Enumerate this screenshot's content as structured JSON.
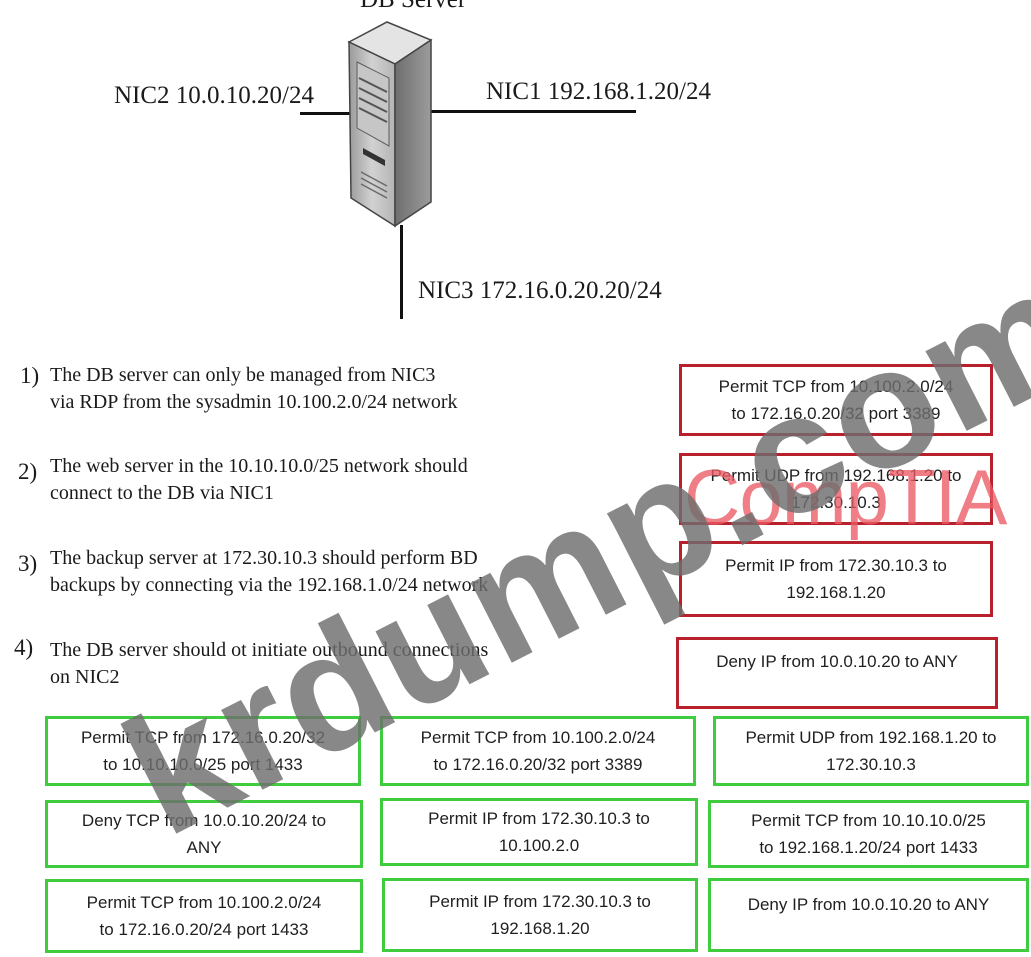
{
  "diagram": {
    "title": "DB Server",
    "nic1": "NIC1 192.168.1.20/24",
    "nic2": "NIC2 10.0.10.20/24",
    "nic3": "NIC3 172.16.0.20.20/24"
  },
  "requirements": [
    {
      "num": "1)",
      "line1": "The DB server can only be managed from NIC3",
      "line2": "via RDP from the sysadmin 10.100.2.0/24 network"
    },
    {
      "num": "2)",
      "line1": "The web server in the 10.10.10.0/25 network should",
      "line2": "connect to the DB via NIC1"
    },
    {
      "num": "3)",
      "line1": "The backup server at 172.30.10.3 should perform BD",
      "line2": "backups by connecting via the 192.168.1.0/24 network"
    },
    {
      "num": "4)",
      "line1": "The DB server should ot initiate outbound connections",
      "line2": "on NIC2"
    }
  ],
  "answers": [
    {
      "line1": "Permit TCP from 10.100.2.0/24",
      "line2": "to 172.16.0.20/32 port 3389"
    },
    {
      "line1": "Permit UDP from 192.168.1.20 to",
      "line2": "172.30.10.3"
    },
    {
      "line1": "Permit IP from 172.30.10.3 to",
      "line2": "192.168.1.20"
    },
    {
      "line1": "Deny IP from 10.0.10.20 to ANY",
      "line2": ""
    }
  ],
  "options": [
    {
      "line1": "Permit TCP from 172.16.0.20/32",
      "line2": "to 10.10.10.0/25 port 1433"
    },
    {
      "line1": "Permit TCP from 10.100.2.0/24",
      "line2": "to 172.16.0.20/32 port 3389"
    },
    {
      "line1": "Permit UDP from 192.168.1.20 to",
      "line2": "172.30.10.3"
    },
    {
      "line1": "Deny TCP from 10.0.10.20/24 to",
      "line2": "ANY"
    },
    {
      "line1": "Permit IP from 172.30.10.3 to",
      "line2": "10.100.2.0"
    },
    {
      "line1": "Permit TCP from 10.10.10.0/25",
      "line2": "to 192.168.1.20/24   port 1433"
    },
    {
      "line1": "Permit TCP from 10.100.2.0/24",
      "line2": "to 172.16.0.20/24 port 1433"
    },
    {
      "line1": "Permit IP from 172.30.10.3 to",
      "line2": "192.168.1.20"
    },
    {
      "line1": "Deny IP from 10.0.10.20 to ANY",
      "line2": ""
    }
  ],
  "watermarks": {
    "site": "krdump.com",
    "brand": "CompTIA"
  },
  "colors": {
    "answer_border": "#b8202c",
    "option_border": "#3fcc3f"
  }
}
